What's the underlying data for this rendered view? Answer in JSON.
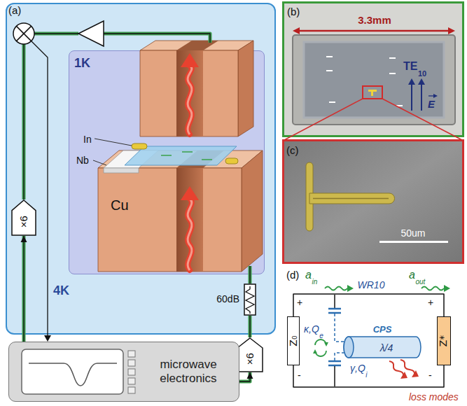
{
  "diagram": {
    "nodes": [
      {
        "text": [
          "4K"
        ]
      },
      {
        "text": [
          "1K"
        ],
        "in": 0
      },
      {
        "text": [
          "×6"
        ],
        "in": 0
      },
      {
        "text": [
          "60dB"
        ],
        "in": 0
      },
      {
        "text": [
          "×6"
        ]
      },
      {
        "text": [
          "microwave electronics"
        ]
      },
      {
        "text": [
          "Z₀"
        ]
      },
      {
        "text": [
          "λ/4"
        ]
      },
      {
        "text": [
          "Z*"
        ]
      }
    ],
    "edges": [
      {
        "from": 5,
        "to": 2,
        "arrow": "to"
      },
      {
        "from": 5,
        "to": 4,
        "arrow": "to"
      },
      {
        "from": 4,
        "to": 3,
        "arrow": "none"
      },
      {
        "from": 3,
        "to": 1,
        "arrow": "none"
      },
      {
        "from": 6,
        "to": 8,
        "arrow": "none"
      },
      {
        "from": 6,
        "to": 8,
        "arrow": "none"
      }
    ],
    "labels": [
      "(a)",
      "In",
      "Nb",
      "Cu",
      "(b)",
      "3.3mm",
      "TE",
      "10",
      "E",
      "(c)",
      "50um",
      "(d)",
      "a",
      "in",
      "WR10",
      "a",
      "out",
      "+",
      "-",
      "+",
      "-",
      "κ,Q",
      "e",
      "CPS",
      "γ,Q",
      "i",
      "loss modes"
    ]
  }
}
